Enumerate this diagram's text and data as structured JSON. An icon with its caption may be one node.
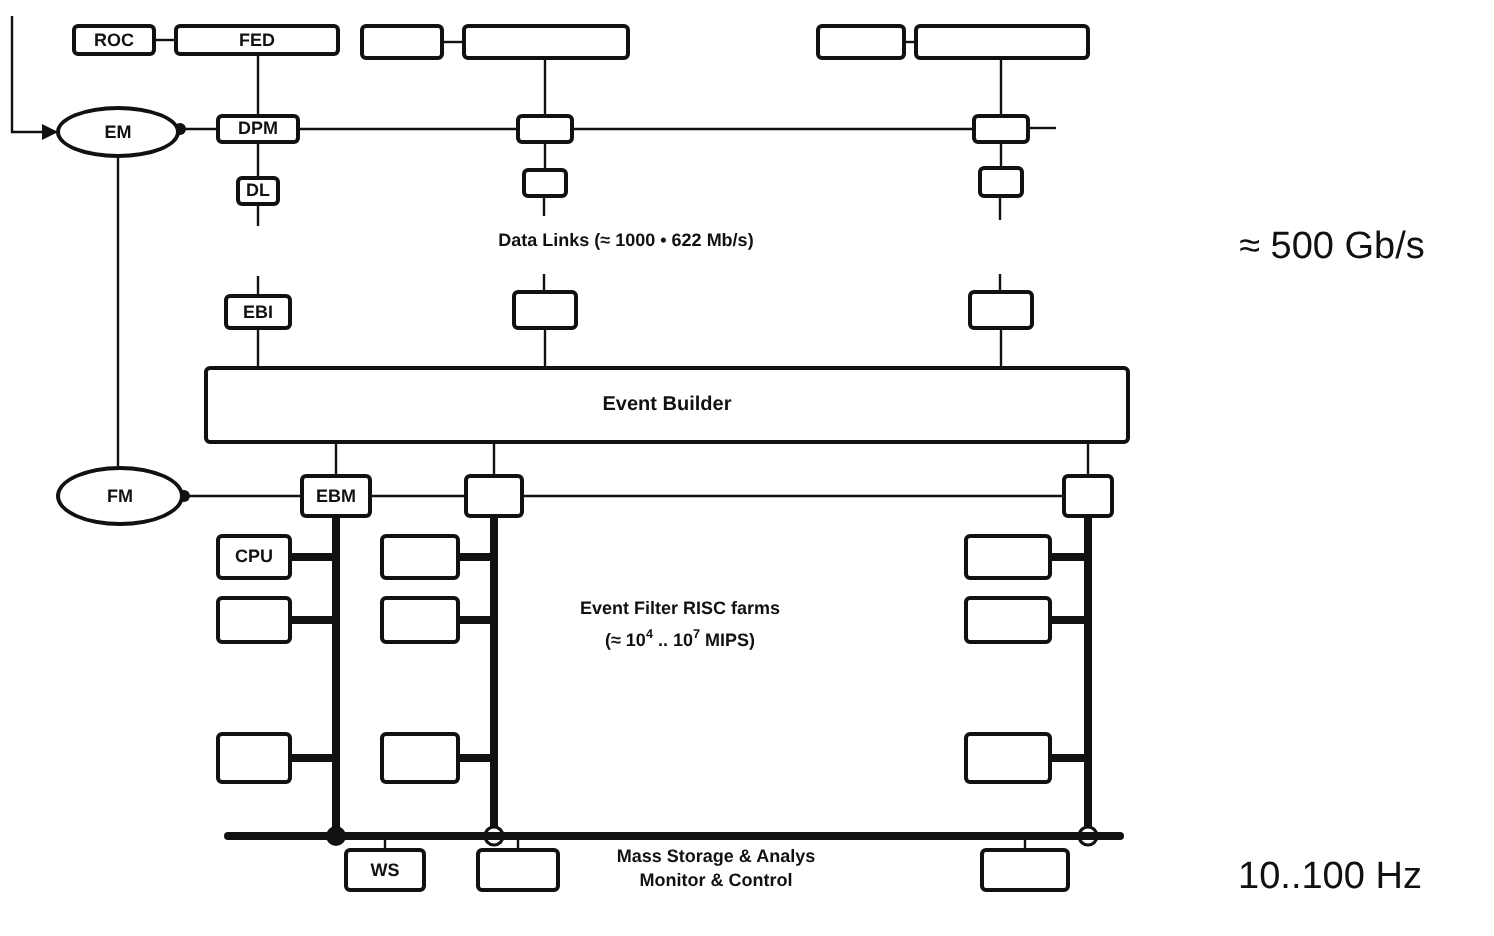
{
  "diagram": {
    "nodes": [
      {
        "text": [
          "ROC"
        ]
      },
      {
        "text": [
          "FED"
        ]
      },
      {
        "text": [],
        "shape": "box"
      },
      {
        "text": [],
        "shape": "box"
      },
      {
        "text": [],
        "shape": "box"
      },
      {
        "text": [],
        "shape": "box"
      },
      {
        "text": [
          "EM"
        ]
      },
      {
        "text": [
          "DPM"
        ]
      },
      {
        "text": [],
        "shape": "box"
      },
      {
        "text": [],
        "shape": "box"
      },
      {
        "text": [
          "DL"
        ]
      },
      {
        "text": [],
        "shape": "box"
      },
      {
        "text": [],
        "shape": "box"
      },
      {
        "text": [
          "EBI"
        ]
      },
      {
        "text": [],
        "shape": "box"
      },
      {
        "text": [],
        "shape": "box"
      },
      {
        "text": [
          "Event Builder"
        ]
      },
      {
        "text": [
          "FM"
        ]
      },
      {
        "text": [
          "EBM"
        ]
      },
      {
        "text": [],
        "shape": "box"
      },
      {
        "text": [],
        "shape": "box"
      },
      {
        "text": [
          "CPU"
        ]
      },
      {
        "text": [],
        "shape": "box"
      },
      {
        "text": [],
        "shape": "box"
      },
      {
        "text": [],
        "shape": "box"
      },
      {
        "text": [],
        "shape": "box"
      },
      {
        "text": [],
        "shape": "box"
      },
      {
        "text": [],
        "shape": "box"
      },
      {
        "text": [],
        "shape": "box"
      },
      {
        "text": [],
        "shape": "box"
      },
      {
        "text": [
          "WS"
        ]
      },
      {
        "text": [],
        "shape": "box"
      },
      {
        "text": [],
        "shape": "box"
      },
      {
        "text": [],
        "shape": "bar"
      }
    ],
    "edges": [
      {
        "from": null,
        "to": 6,
        "arrow": "to"
      },
      {
        "from": 0,
        "to": 1,
        "arrow": "none"
      },
      {
        "from": 2,
        "to": 3,
        "arrow": "none"
      },
      {
        "from": 4,
        "to": 5,
        "arrow": "none"
      },
      {
        "from": 1,
        "to": 7,
        "arrow": "none"
      },
      {
        "from": 3,
        "to": 8,
        "arrow": "none"
      },
      {
        "from": 5,
        "to": 9,
        "arrow": "none"
      },
      {
        "from": 6,
        "to": 7,
        "arrow": "other"
      },
      {
        "from": 7,
        "to": 8,
        "arrow": "none"
      },
      {
        "from": 8,
        "to": 9,
        "arrow": "none"
      },
      {
        "from": 9,
        "to": null,
        "arrow": "none"
      },
      {
        "from": 7,
        "to": 10,
        "arrow": "none"
      },
      {
        "from": 8,
        "to": 11,
        "arrow": "none"
      },
      {
        "from": 9,
        "to": 12,
        "arrow": "none"
      },
      {
        "from": 10,
        "to": null,
        "arrow": "none"
      },
      {
        "from": 11,
        "to": null,
        "arrow": "none"
      },
      {
        "from": 12,
        "to": null,
        "arrow": "none"
      },
      {
        "from": null,
        "to": 13,
        "arrow": "none"
      },
      {
        "from": null,
        "to": 14,
        "arrow": "none"
      },
      {
        "from": null,
        "to": 15,
        "arrow": "none"
      },
      {
        "from": 13,
        "to": 16,
        "arrow": "none"
      },
      {
        "from": 14,
        "to": 16,
        "arrow": "none"
      },
      {
        "from": 15,
        "to": 16,
        "arrow": "none"
      },
      {
        "from": 6,
        "to": 17,
        "arrow": "none"
      },
      {
        "from": 16,
        "to": 18,
        "arrow": "none"
      },
      {
        "from": 16,
        "to": 19,
        "arrow": "none"
      },
      {
        "from": 16,
        "to": 20,
        "arrow": "none"
      },
      {
        "from": 17,
        "to": 18,
        "arrow": "other"
      },
      {
        "from": 18,
        "to": 19,
        "arrow": "none"
      },
      {
        "from": 19,
        "to": 20,
        "arrow": "none"
      },
      {
        "from": 18,
        "to": 33,
        "arrow": "other",
        "style": "thick"
      },
      {
        "from": 19,
        "to": 33,
        "arrow": "other",
        "style": "thick"
      },
      {
        "from": 20,
        "to": 33,
        "arrow": "other",
        "style": "thick"
      },
      {
        "from": 21,
        "to": 18,
        "arrow": "none",
        "style": "thick"
      },
      {
        "from": 24,
        "to": 18,
        "arrow": "none",
        "style": "thick"
      },
      {
        "from": 27,
        "to": 18,
        "arrow": "none",
        "style": "thick"
      },
      {
        "from": 22,
        "to": 19,
        "arrow": "none",
        "style": "thick"
      },
      {
        "from": 25,
        "to": 19,
        "arrow": "none",
        "style": "thick"
      },
      {
        "from": 28,
        "to": 19,
        "arrow": "none",
        "style": "thick"
      },
      {
        "from": 23,
        "to": 20,
        "arrow": "none",
        "style": "thick"
      },
      {
        "from": 26,
        "to": 20,
        "arrow": "none",
        "style": "thick"
      },
      {
        "from": 29,
        "to": 20,
        "arrow": "none",
        "style": "thick"
      },
      {
        "from": 30,
        "to": 33,
        "arrow": "none"
      },
      {
        "from": 31,
        "to": 33,
        "arrow": "none"
      },
      {
        "from": 32,
        "to": 33,
        "arrow": "none"
      }
    ],
    "labels": [
      "Data Links (≈ 1000 • 622 Mb/s)",
      "≈ 500 Gb/s",
      "Event Filter RISC farms",
      "(≈ 10$^{4}$ .. 10$^{7}$ MIPS)",
      "Mass Storage & Analys Monitor & Control",
      "10..100 Hz"
    ]
  }
}
